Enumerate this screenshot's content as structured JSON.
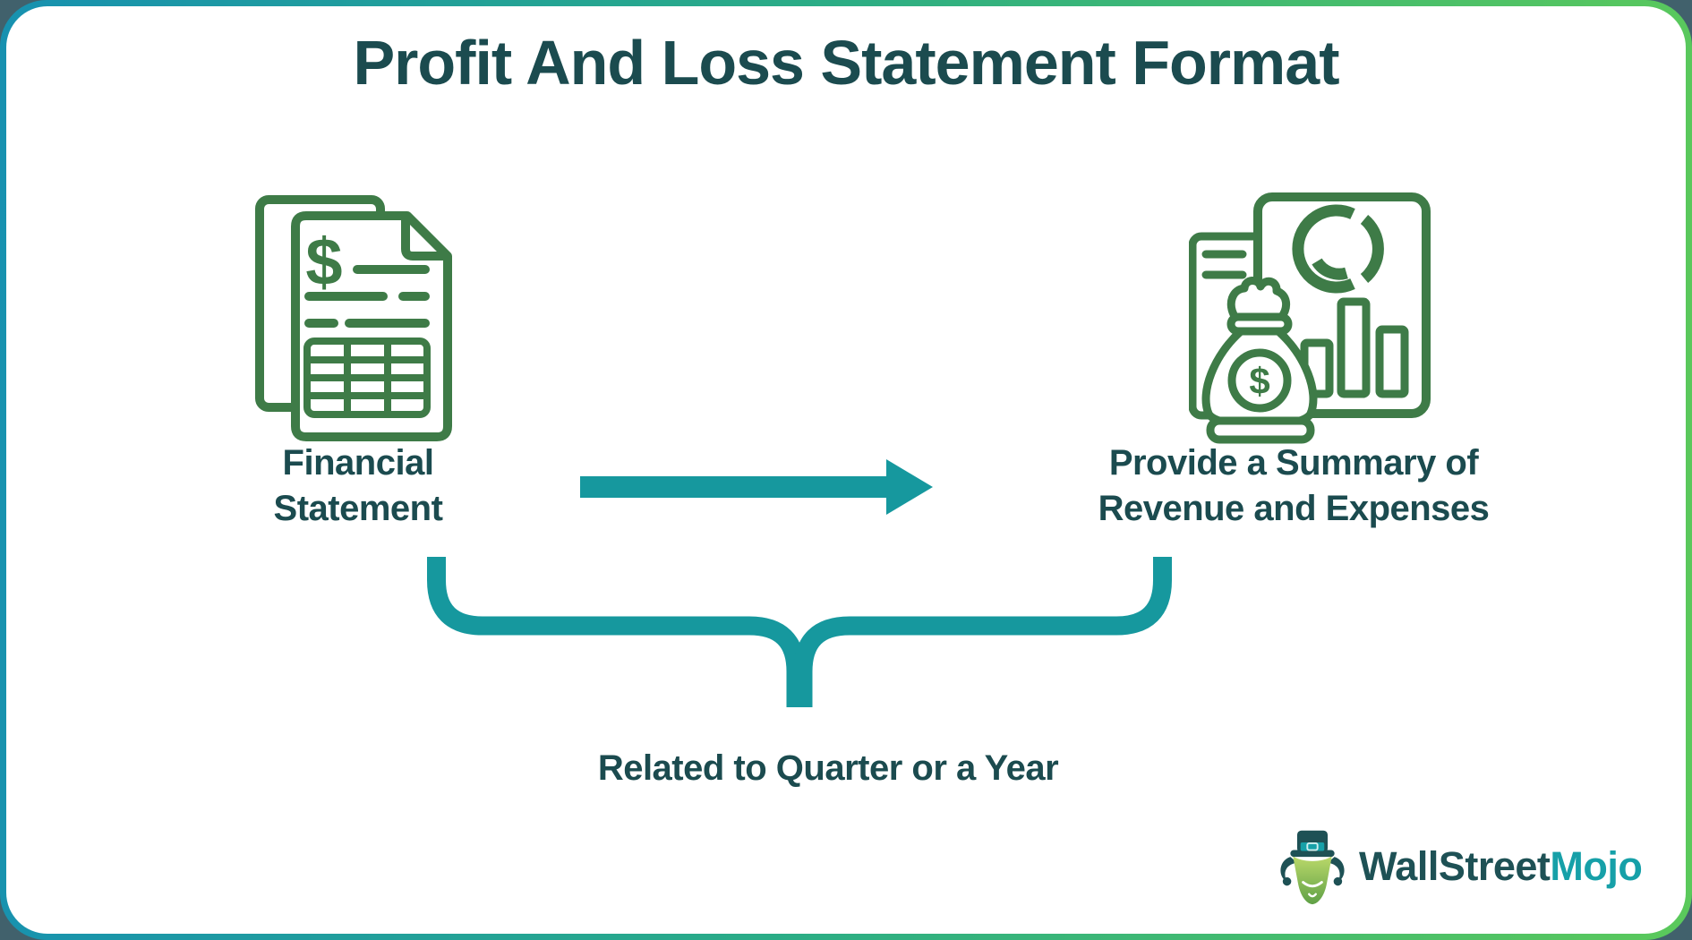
{
  "page": {
    "title": "Profit And Loss Statement Format",
    "outer_background": "#41616C",
    "card_background": "#FFFFFF"
  },
  "colors": {
    "border_gradient_left": "#1791B0",
    "border_gradient_mid": "#2BAD85",
    "border_gradient_right": "#5BC95B",
    "heading_text": "#1B4B4F",
    "connector_teal": "#16989E",
    "icon_outline_green": "#3E7B47",
    "logo_primary": "#1E5155",
    "logo_accent": "#16A0A8"
  },
  "flow": {
    "left_node": {
      "icon": "financial-statement-documents-icon",
      "label_line1": "Financial",
      "label_line2": "Statement"
    },
    "arrow": {
      "icon": "right-arrow-icon"
    },
    "right_node": {
      "icon": "revenue-summary-report-icon",
      "label_line1": "Provide a Summary of",
      "label_line2": "Revenue and Expenses"
    },
    "brace": {
      "icon": "curly-brace-icon",
      "caption": "Related to Quarter or a Year"
    }
  },
  "icons": {
    "dollar_sign": "$"
  },
  "logo": {
    "mascot": "wallstreetmojo-bull-mascot-icon",
    "name_part1": "WallStreet",
    "name_part2": "Mojo"
  }
}
